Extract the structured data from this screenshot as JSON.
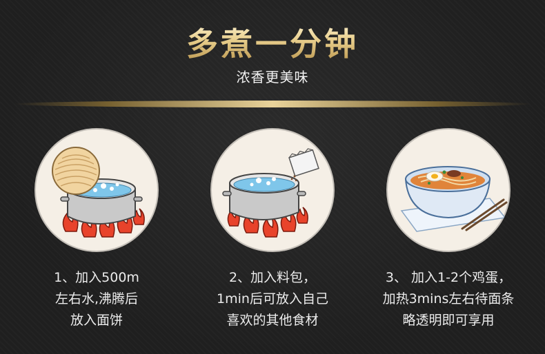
{
  "header": {
    "title": "多煮一分钟",
    "subtitle": "浓香更美味"
  },
  "steps": [
    {
      "lines": [
        "1、加入500m",
        "左右水,沸腾后",
        "放入面饼"
      ]
    },
    {
      "lines": [
        "2、加入料包，",
        "1min后可放入自己",
        "喜欢的其他食材"
      ]
    },
    {
      "lines": [
        "3、 加入1-2个鸡蛋，",
        "加热3mins左右待面条",
        "略透明即可享用"
      ]
    }
  ],
  "colors": {
    "background": "#232323",
    "gold": "#e9cf8d",
    "circle": "#f5efe6",
    "water": "#7fc6ea",
    "flame": "#e8432b"
  }
}
